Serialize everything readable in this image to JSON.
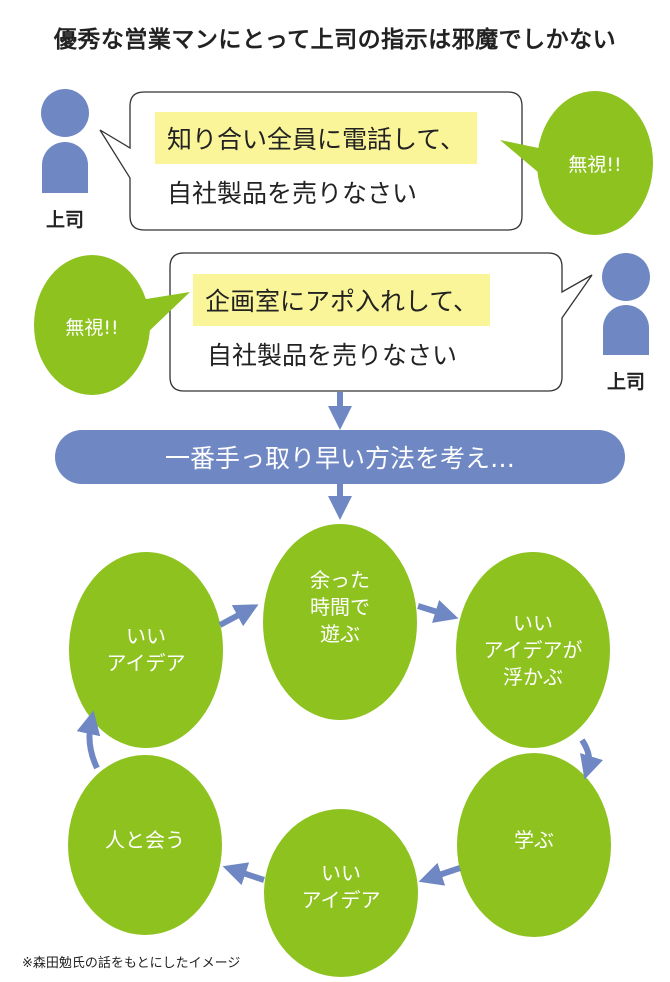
{
  "title": "優秀な営業マンにとって上司の指示は邪魔でしかない",
  "colors": {
    "green": "#8dc21f",
    "blue": "#6f87c3",
    "highlight": "#fbf59a"
  },
  "instructions": [
    {
      "boss_label": "上司",
      "line1": "知り合い全員に電話して、",
      "line2": "自社製品を売りなさい",
      "reaction": "無視!!"
    },
    {
      "boss_label": "上司",
      "line1": "企画室にアポ入れして、",
      "line2": "自社製品を売りなさい",
      "reaction": "無視!!"
    }
  ],
  "approach": "一番手っ取り早い方法を考え…",
  "cycle": [
    "余った\n時間で\n遊ぶ",
    "いい\nアイデアが\n浮かぶ",
    "学ぶ",
    "いい\nアイデア",
    "人と会う",
    "いい\nアイデア"
  ],
  "footnote": "※森田勉氏の話をもとにしたイメージ"
}
